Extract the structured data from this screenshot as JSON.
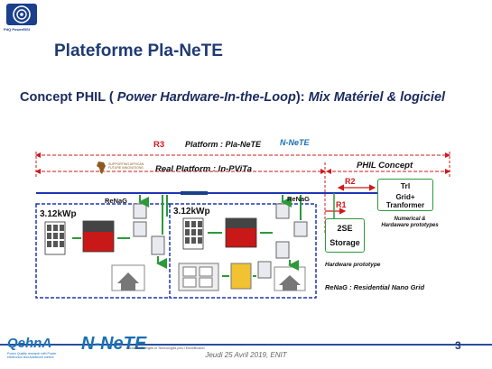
{
  "logo_top": {
    "caption": "PdQ PowerEISI"
  },
  "slide": {
    "title": "Plateforme Pla-NeTE",
    "concept_prefix": "Concept PHIL ( ",
    "concept_italic": "Power Hardware-In-the-Loop",
    "concept_suffix": "):  ",
    "concept_tail": "Mix Matériel & logiciel"
  },
  "diagram": {
    "r3": "R3",
    "platform_label": "Platform : Pla-NeTE",
    "nete_mini": "N-NeTE",
    "real_platform": "Real Platform : In-PViTa",
    "phil_concept": "PHIL Concept",
    "r2": "R2",
    "r1": "R1",
    "tri": "Trl",
    "grid": "Grid+",
    "tranformer": "Tranformer",
    "numerical": "Numerical &",
    "hardware_prototypes": "Hardaware prototypes",
    "storage_2se": "2SE",
    "storage": "Storage",
    "hardware_prototype": "Hardware prototype",
    "renag_left": "ReNaG",
    "renag_mid": "ReNaG",
    "renag_def": "ReNaG  :  Residential Nano Grid",
    "kwp_left": "3.12kWp",
    "kwp_mid": "3.12kWp",
    "supporting_logo": "SUPPORTING AFRICAN FUTURE INNOVATIONS"
  },
  "footer": {
    "qehna": "QehnA",
    "qehna_sub": "Power Quality research with Power electronics and Advanced control",
    "nete": "N-NeTE",
    "nete_sub": "Nouvelles Energies et Technologies pour l'Electrification",
    "date": "Jeudi 25 Avril 2019, ENIT",
    "page": "3"
  },
  "colors": {
    "title": "#1f3b73",
    "accent_red": "#d01818",
    "bus_blue": "#1f35b8",
    "green": "#2c9a3a"
  }
}
